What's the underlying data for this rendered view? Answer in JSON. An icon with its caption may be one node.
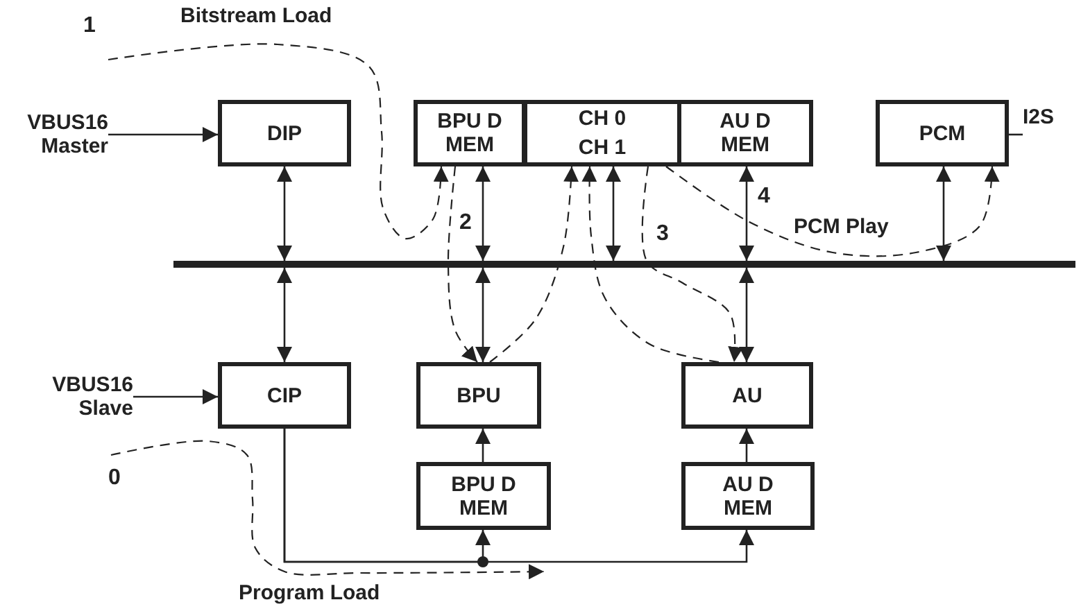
{
  "diagram": {
    "nodes": [
      {
        "text": [
          "VBUS16 Master"
        ]
      },
      {
        "text": [
          "DIP"
        ]
      },
      {
        "text": [
          "BPU D MEM"
        ]
      },
      {
        "text": [
          "CH 0"
        ]
      },
      {
        "text": [
          "CH 1"
        ]
      },
      {
        "text": [
          "AU D MEM"
        ]
      },
      {
        "text": [
          "PCM"
        ]
      },
      {
        "text": [
          "I2S"
        ]
      },
      {
        "text": [],
        "shape": "bar"
      },
      {
        "text": [
          "VBUS16 Slave"
        ]
      },
      {
        "text": [
          "CIP"
        ]
      },
      {
        "text": [
          "BPU"
        ]
      },
      {
        "text": [
          "BPU D MEM"
        ]
      },
      {
        "text": [
          "AU"
        ]
      },
      {
        "text": [
          "AU D MEM"
        ]
      }
    ],
    "edges": [
      {
        "from": 0,
        "to": 1,
        "arrow": "to"
      },
      {
        "from": null,
        "to": 2,
        "arrow": "to",
        "style": "dashed"
      },
      {
        "from": 1,
        "to": 8,
        "arrow": "both"
      },
      {
        "from": 2,
        "to": 8,
        "arrow": "both"
      },
      {
        "from": 4,
        "to": 8,
        "arrow": "both"
      },
      {
        "from": 5,
        "to": 8,
        "arrow": "both"
      },
      {
        "from": 6,
        "to": 8,
        "arrow": "both"
      },
      {
        "from": 6,
        "to": 7,
        "arrow": "none"
      },
      {
        "from": 4,
        "to": 6,
        "arrow": "to",
        "style": "dashed"
      },
      {
        "from": 2,
        "to": 11,
        "arrow": "to",
        "style": "dashed"
      },
      {
        "from": 11,
        "to": 4,
        "arrow": "to",
        "style": "dashed"
      },
      {
        "from": 4,
        "to": 13,
        "arrow": "to",
        "style": "dashed"
      },
      {
        "from": 13,
        "to": 4,
        "arrow": "to",
        "style": "dashed"
      },
      {
        "from": 8,
        "to": 10,
        "arrow": "both"
      },
      {
        "from": 8,
        "to": 11,
        "arrow": "both"
      },
      {
        "from": 8,
        "to": 13,
        "arrow": "both"
      },
      {
        "from": 9,
        "to": 10,
        "arrow": "to"
      },
      {
        "from": 12,
        "to": 11,
        "arrow": "to"
      },
      {
        "from": 14,
        "to": 13,
        "arrow": "to"
      },
      {
        "from": 10,
        "to": 12,
        "arrow": "to"
      },
      {
        "from": 10,
        "to": 14,
        "arrow": "to"
      }
    ],
    "labels": [
      "1",
      "Bitstream Load",
      "2",
      "4",
      "PCM Play",
      "3",
      "0",
      "Program Load"
    ]
  }
}
